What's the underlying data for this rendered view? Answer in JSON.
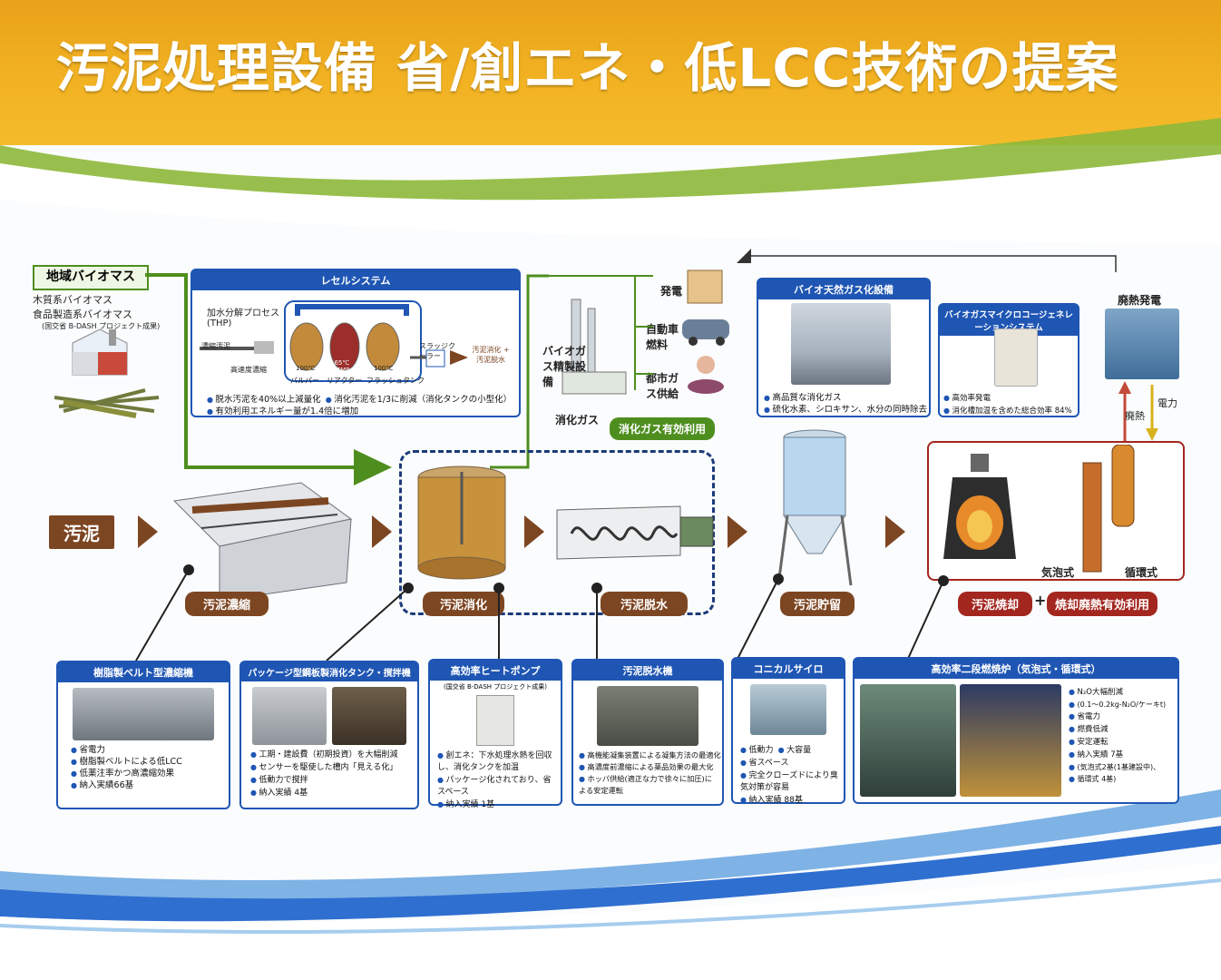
{
  "title": "汚泥処理設備 省/創エネ・低LCC技術の提案",
  "biomass": {
    "label": "地域バイオマス",
    "items": [
      "木質系バイオマス",
      "食品製造系バイオマス",
      "(国交省 B-DASH プロジェクト成果)"
    ]
  },
  "lessel": {
    "title": "レセルシステム",
    "process_label": "加水分解プロセス(THP)",
    "stage_labels": [
      "濃縮汚泥",
      "高速度濃縮",
      "パルパー",
      "リアクター",
      "フラッシュタンク",
      "スラッジクーラー"
    ],
    "temp_labels": [
      "100℃",
      "165℃ 0.7MPa",
      "100℃"
    ],
    "output": "汚泥消化 + 汚泥脱水",
    "bullets": [
      "脱水汚泥を40%以上減量化",
      "消化汚泥を1/3に削減（消化タンクの小型化）",
      "有効利用エネルギー量が1.4倍に増加"
    ]
  },
  "gas": {
    "refine": "バイオガス精製設備",
    "digest_gas": "消化ガス",
    "power": "発電",
    "car": "自動車燃料",
    "city": "都市ガス供給",
    "effective": "消化ガス有効利用"
  },
  "natgas": {
    "title": "バイオ天然ガス化設備",
    "bullets": [
      "高品質な消化ガス",
      "硫化水素、シロキサン、水分の同時除去"
    ]
  },
  "cogen": {
    "title": "バイオガスマイクロコージェネレーションシステム",
    "bullets": [
      "高効率発電",
      "消化槽加温を含めた総合効率 84%"
    ]
  },
  "waste_heat": {
    "power_gen": "廃熱発電",
    "electricity": "電力",
    "waste_heat": "廃熱"
  },
  "flow": {
    "sludge": "汚泥",
    "thicken": "汚泥濃縮",
    "digest": "汚泥消化",
    "dewater": "汚泥脱水",
    "store": "汚泥貯留",
    "incinerate": "汚泥焼却",
    "plus": "+",
    "heat_use": "焼却廃熱有効利用",
    "bubble": "気泡式",
    "circ": "循環式"
  },
  "cards": [
    {
      "title": "樹脂製ベルト型濃縮機",
      "bullets": [
        "省電力",
        "樹脂製ベルトによる低LCC",
        "低薬注率かつ高濃縮効果",
        "納入実績66基"
      ]
    },
    {
      "title": "パッケージ型鋼板製消化タンク・撹拌機",
      "bullets": [
        "工期・建設費（初期投資）を大幅削減",
        "センサーを駆使した槽内「見える化」",
        "低動力で撹拌",
        "納入実績 4基"
      ]
    },
    {
      "title": "高効率ヒートポンプ",
      "sub": "(国交省 B-DASH プロジェクト成果)",
      "bullets": [
        "創エネ：下水処理水熱を回収し、消化タンクを加温",
        "パッケージ化されており、省スペース",
        "納入実績 1基"
      ]
    },
    {
      "title": "汚泥脱水機",
      "bullets": [
        "高機能凝集装置による凝集方法の最適化",
        "高濃度前濃縮による薬品効果の最大化",
        "ホッパ供給(適正な力で徐々に加圧)による安定運転"
      ]
    },
    {
      "title": "コニカルサイロ",
      "bullets": [
        "低動力",
        "大容量",
        "省スペース",
        "完全クローズドにより臭気対策が容易",
        "納入実績 88基"
      ]
    },
    {
      "title": "高効率二段燃焼炉（気泡式・循環式）",
      "bullets": [
        "N₂O大幅削減",
        "(0.1〜0.2kg-N₂O/ケーキt)",
        "省電力",
        "燃費低減",
        "安定運転",
        "納入実績 7基",
        "(気泡式2基(1基建設中)、",
        "循環式 4基)"
      ]
    }
  ],
  "colors": {
    "header": "#f2b323",
    "blue": "#1f56b4",
    "brown": "#7d4622",
    "red": "#a3261f",
    "green": "#4e8e1f"
  }
}
